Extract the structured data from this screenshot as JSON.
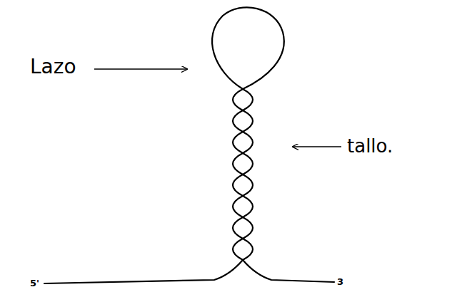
{
  "diagram": {
    "labels": [
      "Lazo",
      "tallo.",
      "5'",
      "3"
    ]
  }
}
